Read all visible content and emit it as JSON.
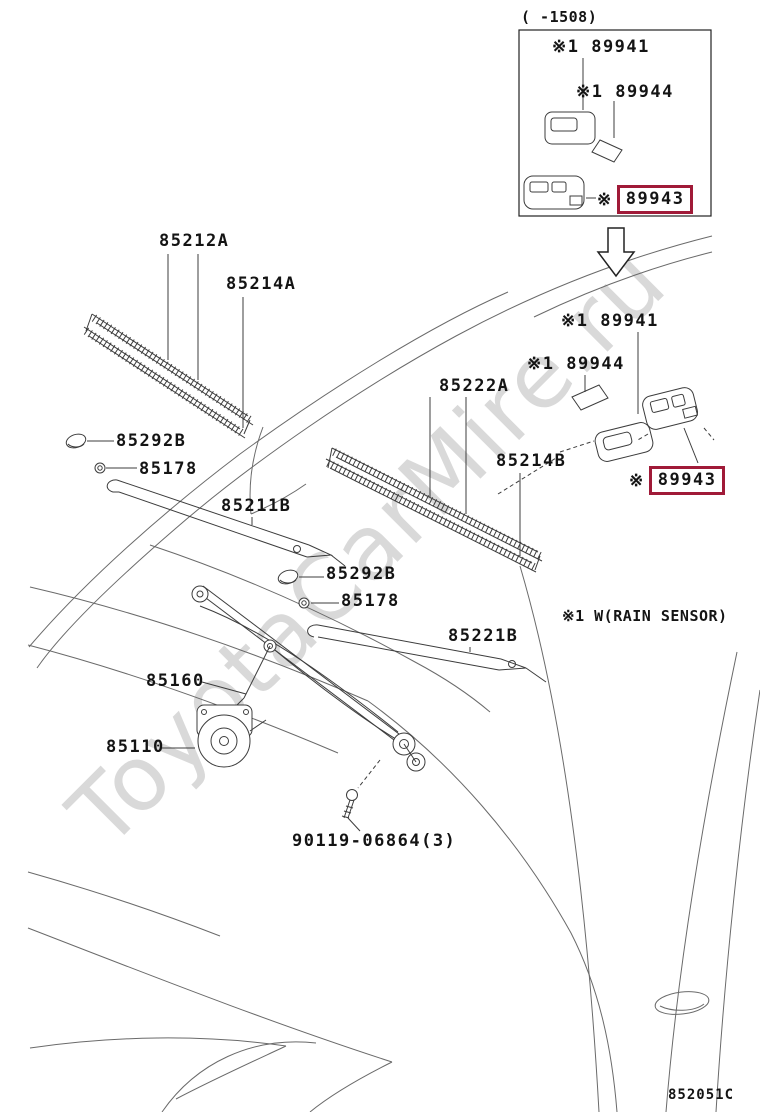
{
  "doc": {
    "watermark": "ToyotaCarMire.ru",
    "diagram_code": "852051C",
    "rain_sensor_note": "※1 W(RAIN SENSOR)",
    "highlight_color": "#a01a38"
  },
  "inset": {
    "range_label": "( -1508)",
    "part_89941": "※1 89941",
    "part_89944": "※1 89944",
    "part_89943_mark": "※",
    "part_89943": "89943"
  },
  "callouts": {
    "p85212A": "85212A",
    "p85214A": "85214A",
    "p85292B_left": "85292B",
    "p85178_left": "85178",
    "p85211B": "85211B",
    "p85222A": "85222A",
    "p85214B": "85214B",
    "p85292B_right": "85292B",
    "p85178_right": "85178",
    "p85221B": "85221B",
    "p85160": "85160",
    "p85110": "85110",
    "p90119": "90119-06864(3)",
    "p89941": "※1 89941",
    "p89944": "※1 89944",
    "p89943_mark": "※",
    "p89943": "89943"
  }
}
